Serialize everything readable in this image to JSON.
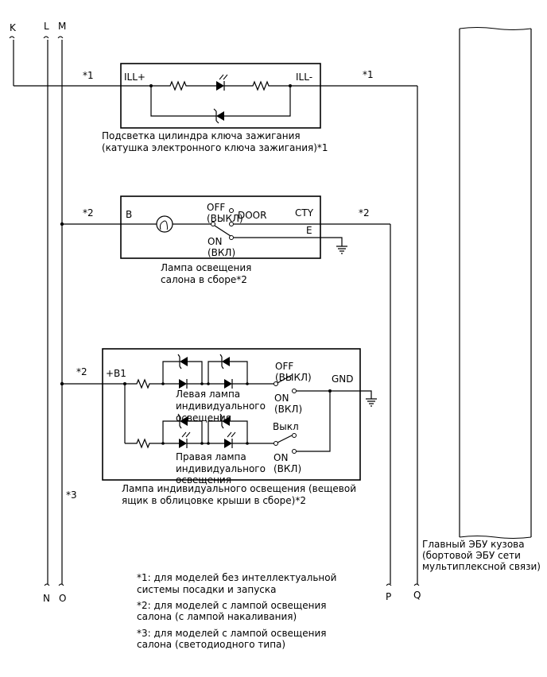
{
  "terminals": {
    "k": "K",
    "l": "L",
    "m": "M",
    "n": "N",
    "o": "O",
    "p": "P",
    "q": "Q"
  },
  "notes_inline": {
    "n1a": "*1",
    "n1b": "*1",
    "n2a": "*2",
    "n2b": "*2",
    "n2c": "*2",
    "n3": "*3"
  },
  "ignition": {
    "pin_left": "ILL+",
    "pin_right": "ILL-",
    "caption_line1": "Подсветка цилиндра ключа зажигания",
    "caption_line2": "(катушка электронного ключа зажигания)*1"
  },
  "room_lamp": {
    "pin_b": "B",
    "off": "OFF",
    "off_ru": "(ВЫКЛ)",
    "door": "DOOR",
    "cty": "CTY",
    "e": "E",
    "on": "ON",
    "on_ru": "(ВКЛ)",
    "caption_line1": "Лампа освещения",
    "caption_line2": "салона в сборе*2"
  },
  "personal_lamp": {
    "pin_b1": "+B1",
    "gnd": "GND",
    "off": "OFF",
    "off_ru": "(ВЫКЛ)",
    "on1": "ON",
    "on1_ru": "(ВКЛ)",
    "off2": "Выкл",
    "on2": "ON",
    "on2_ru": "(ВКЛ)",
    "left_line1": "Левая лампа",
    "left_line2": "индивидуального",
    "left_line3": "освещения",
    "right_line1": "Правая лампа",
    "right_line2": "индивидуального",
    "right_line3": "освещения",
    "caption_line1": "Лампа индивидуального освещения (вещевой",
    "caption_line2": "ящик в облицовке крыши в сборе)*2"
  },
  "ecu": {
    "line1": "Главный ЭБУ кузова",
    "line2": "(бортовой ЭБУ сети",
    "line3": "мультиплексной связи)"
  },
  "footnotes": {
    "f1_line1": "*1: для моделей без интеллектуальной",
    "f1_line2": "системы посадки и запуска",
    "f2_line1": "*2: для моделей с лампой освещения",
    "f2_line2": "салона (с лампой накаливания)",
    "f3_line1": "*3: для моделей с лампой освещения",
    "f3_line2": "салона (светодиодного типа)"
  }
}
